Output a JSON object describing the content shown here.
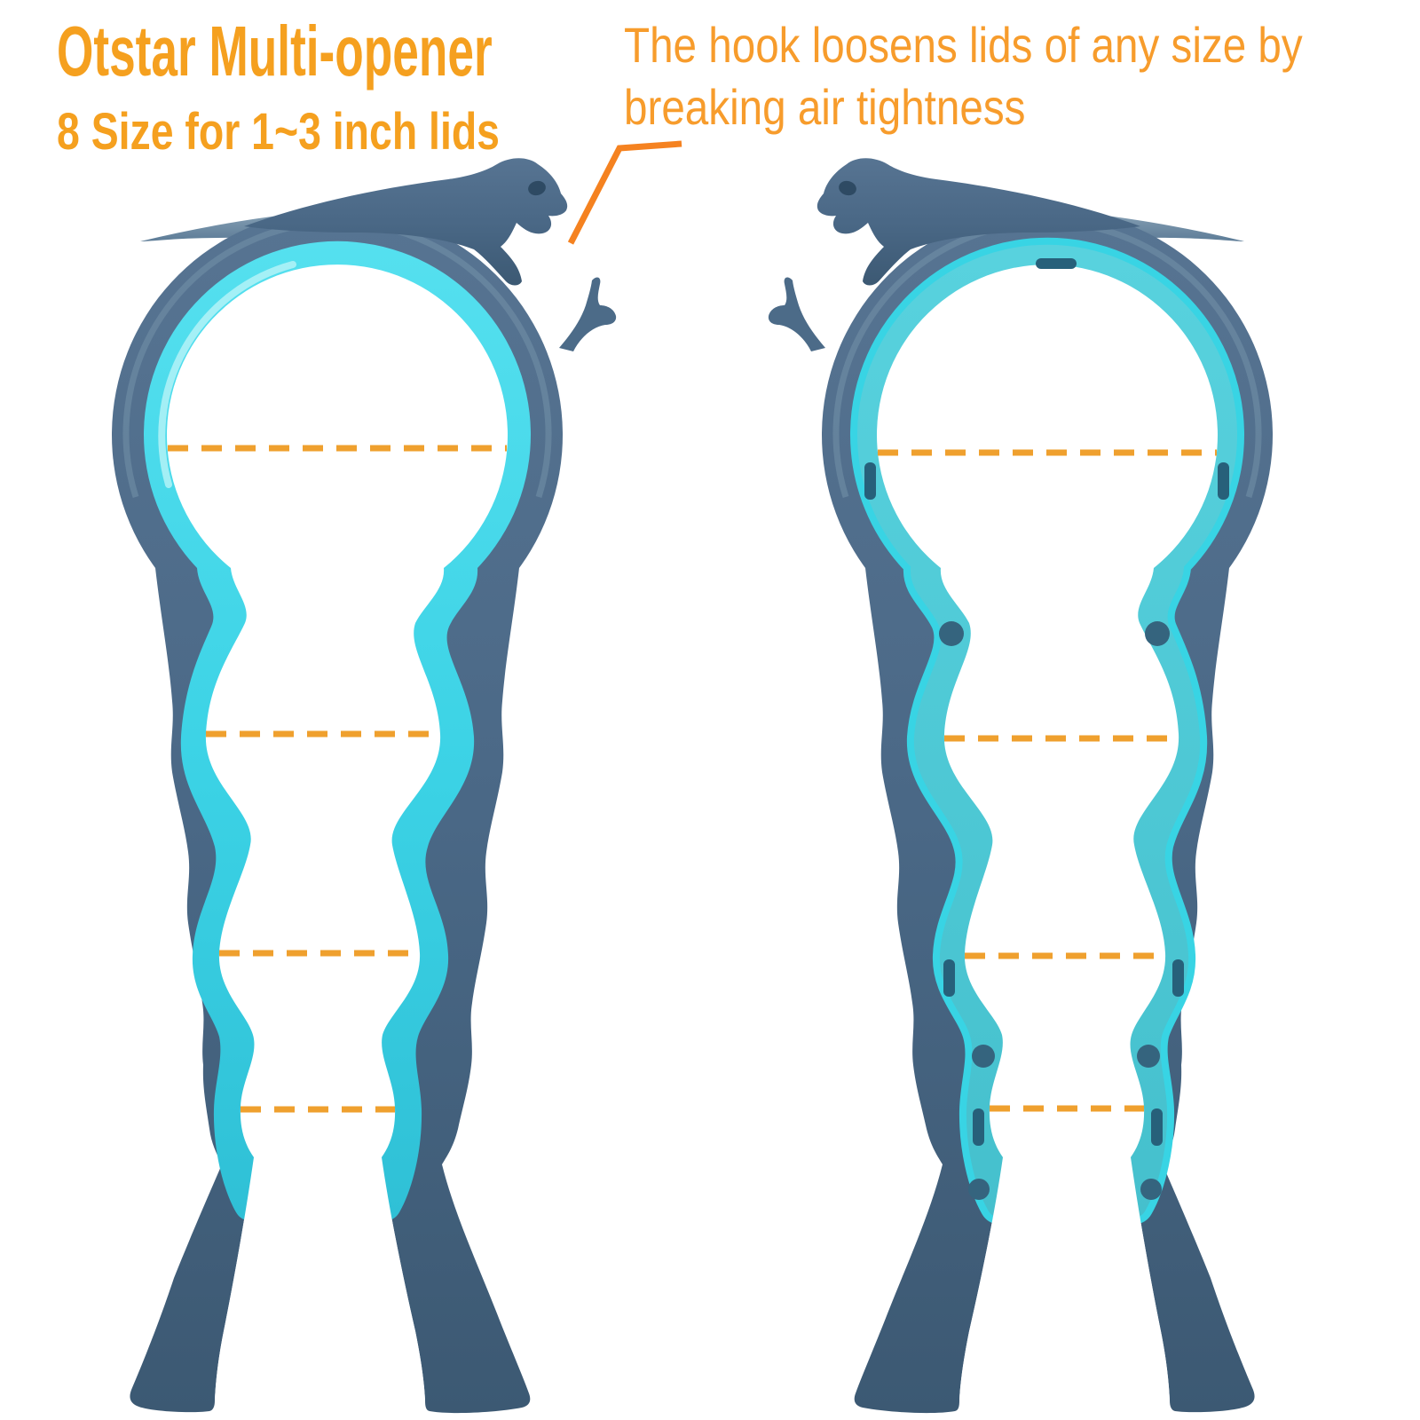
{
  "header": {
    "title": "Otstar Multi-opener",
    "subtitle": "8 Size for 1~3 inch lids"
  },
  "annotation": {
    "line1": "The hook loosens lids of any size by",
    "line2": "breaking air tightness"
  },
  "icons": {
    "hook": "hook-icon",
    "size_line": "dashed-size-line"
  },
  "colors": {
    "accent_orange": "#F5A01F",
    "annotation_orange": "#F79C2C",
    "leader_orange": "#F58220",
    "dash_orange": "#EFA02E",
    "body_slate": "#4A6886",
    "body_slate_dark": "#3C5973",
    "body_slate_light": "#8EA7BA",
    "grip_cyan_front": "#3BD2E5",
    "grip_teal_back": "#4EC7D3",
    "mark_navy": "#27607A",
    "background": "#FFFFFF"
  }
}
